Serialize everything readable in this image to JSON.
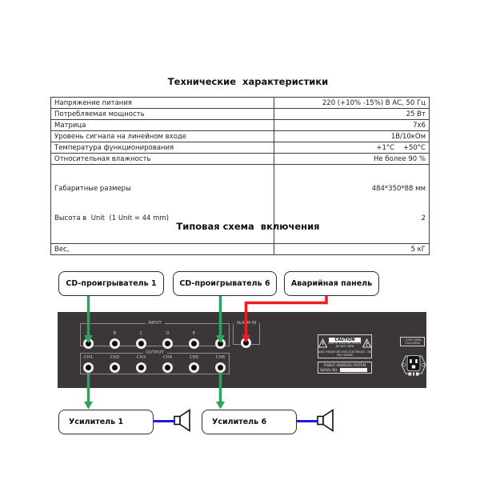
{
  "titles": {
    "specs": "Технические  характеристики",
    "schema": "Типовая схема  включения"
  },
  "spec_table": {
    "rows": [
      {
        "label": "Напряжение питания",
        "value": "220 (+10% -15%) В АС, 50 Гц"
      },
      {
        "label": "Потребляемая мощность",
        "value": "25 Вт"
      },
      {
        "label": "Матрица",
        "value": "7х6"
      },
      {
        "label": "Уровень сигнала на линейном входе",
        "value": "1В/10кОм"
      },
      {
        "label": "Температура функционирования",
        "value": "+1°С    +50°С"
      },
      {
        "label": "Относительная влажность",
        "value": "Не более 90 %"
      },
      {
        "label": "Габаритные размеры",
        "label2": "Высота в  Unit  (1 Unit = 44 mm)",
        "value": "484*350*88 мм",
        "value2": "2"
      },
      {
        "label": "Вес,",
        "value": "5 кГ"
      }
    ]
  },
  "diagram": {
    "sources": [
      {
        "label": "CD-проигрыватель 1"
      },
      {
        "label": "CD-проигрыватель 6"
      },
      {
        "label": "Аварийная панель"
      }
    ],
    "amplifiers": [
      {
        "label": "Усилитель 1"
      },
      {
        "label": "Усилитель 6"
      }
    ],
    "panel": {
      "input_label": "INPUT",
      "input_jacks": [
        "A",
        "B",
        "C",
        "D",
        "E",
        "F"
      ],
      "alarm_label": "ALARM IN",
      "output_label": "OUTPUT",
      "output_jacks": [
        "CH1",
        "CH2",
        "CH3",
        "CH4",
        "CH5",
        "CH6"
      ],
      "caution": {
        "title": "CAUTION",
        "line1": "RISK OF ELECTRIC SHOCK",
        "line2": "DO NOT OPEN",
        "avis": "AVIS: RISQUE DE CHOC ELECTRIQUE - NE PAS OUVRIR"
      },
      "pa_label": {
        "line1": "PUBLIC ADDRESS SYSTEM",
        "serial": "SERIAL NO."
      },
      "power_label": {
        "line1": "~230V 50Hz",
        "line2": "T1AL/250V"
      }
    },
    "colors": {
      "signal_green": "#2f9f62",
      "alarm_red": "#ec1c24",
      "speaker_blue": "#1b1ae8",
      "panel_bg": "#3b3738"
    }
  }
}
